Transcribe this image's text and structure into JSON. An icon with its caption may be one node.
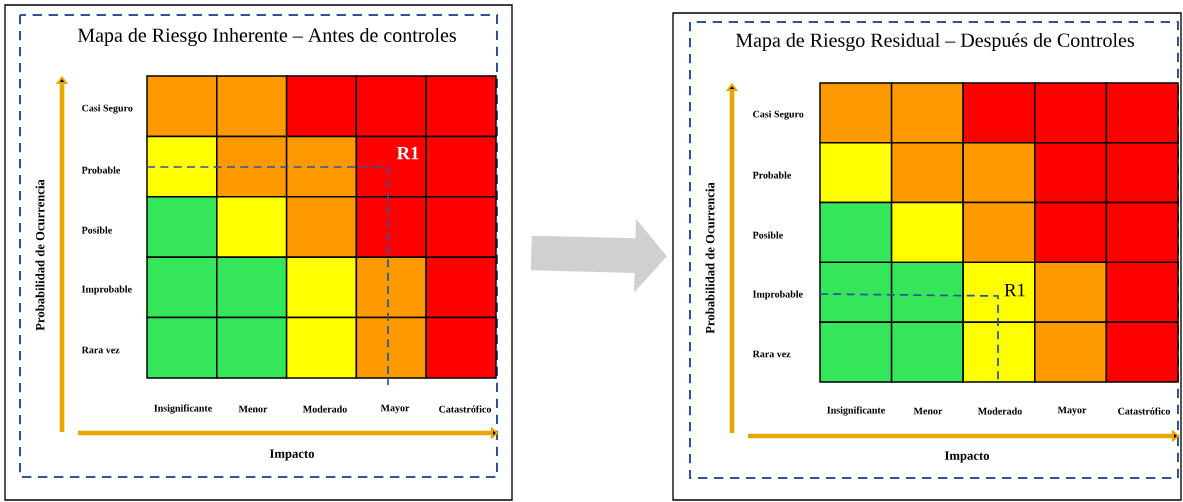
{
  "diagram": {
    "nodes": [
      {
        "text": [
          "Mapa de Riesgo Inherente – Antes de controles"
        ]
      },
      {
        "text": [
          "Mapa de Riesgo Residual – Después de Controles"
        ]
      }
    ],
    "edges": [
      {
        "from": 0,
        "to": 1,
        "arrow": "to"
      }
    ],
    "labels": [
      "Casi Seguro",
      "R1",
      "Probable",
      "Posible",
      "Improbable",
      "Rara vez",
      "Insignificante",
      "Menor",
      "Moderado",
      "Mayor",
      "Catastrófico",
      "Probabilidad de Ocurrencia",
      "Impacto",
      "Casi Seguro",
      "Probable",
      "Posible",
      "Improbable",
      "R1",
      "Rara vez",
      "Insignificante",
      "Menor",
      "Moderado",
      "Mayor",
      "Catastrófico",
      "Probabilidad de Ocurrencia",
      "Impacto"
    ]
  }
}
